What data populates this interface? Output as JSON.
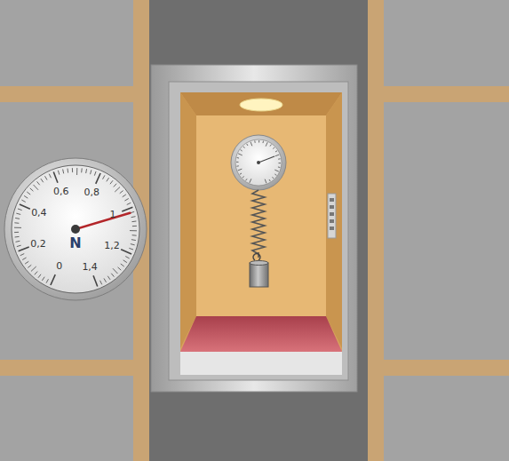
{
  "diagram": {
    "labels": [
      "0,6",
      "0,8",
      "0,4",
      "1",
      "0,2",
      "1,2",
      "N",
      "0",
      "1,4"
    ]
  }
}
